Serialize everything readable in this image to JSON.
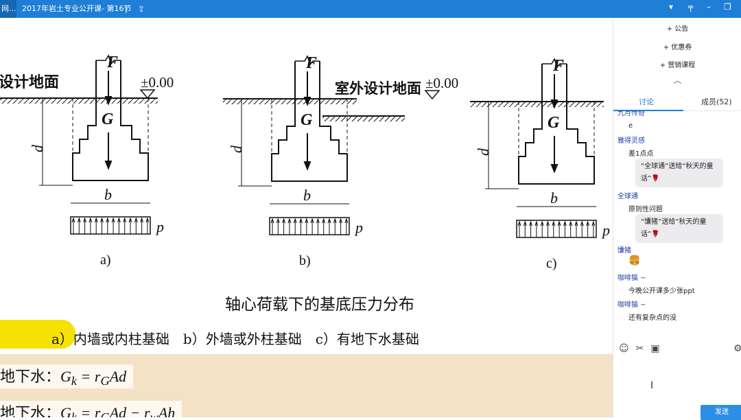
{
  "titlebar": {
    "left_tab": "网...",
    "title": "2017年岩土专业公开课- 第16节",
    "share_icon": "share-icon",
    "controls": [
      "dropdown-icon",
      "pin-icon",
      "minimize-icon",
      "restore-icon"
    ]
  },
  "slide": {
    "diagrams": [
      {
        "label": "a)",
        "left_text": "设计地面",
        "level": "±0.00",
        "F": "F",
        "G": "G",
        "d": "d",
        "b": "b",
        "p": "p"
      },
      {
        "label": "b)",
        "level": "±0.00",
        "right_text": "室外设计地面",
        "F": "F",
        "G": "G",
        "d": "d",
        "b": "b",
        "p": "p"
      },
      {
        "label": "c)",
        "F": "F",
        "G": "G",
        "d": "d",
        "b": "b",
        "p": "p"
      }
    ],
    "caption": "轴心荷载下的基底压力分布",
    "legend": "a）内墙或内柱基础　b）外墙或外柱基础　c）有地下水基础",
    "eq1_prefix": "地下水：",
    "eq1": "G",
    "eq1_sub": "k",
    "eq1_rest": " = r",
    "eq1_sub2": "G",
    "eq1_tail": "Ad",
    "eq2_prefix": "地下水：",
    "eq2": "G",
    "eq2_sub": "k",
    "eq2_rest": " = r",
    "eq2_sub2": "G",
    "eq2_tail": "Ad − r",
    "eq2_sub3": "w",
    "eq2_tail2": "Ah"
  },
  "panel": {
    "menu": [
      "+  公告",
      "+  优惠券",
      "+  营销课程"
    ],
    "tabs": [
      "讨论",
      "成员(52)"
    ],
    "messages": [
      {
        "name": "九月传奇",
        "text": "e"
      },
      {
        "name": "雅得灵感",
        "text": "差1点点"
      },
      {
        "gift": "“全球通”送给“秋天的童话”🌹"
      },
      {
        "name": "全球通",
        "text": "原则性问题"
      },
      {
        "gift": "“馕猪”送给“秋天的童话”🌹"
      },
      {
        "name": "馕猪",
        "text": "🍔"
      },
      {
        "name": "咖啡猫 ~",
        "text": "今晚公开课多少张ppt"
      },
      {
        "name": "咖啡猫 ~",
        "text": "还有复杂点的没"
      }
    ],
    "toolbar": [
      "emoji-icon",
      "scissors-icon",
      "image-icon",
      "settings-icon"
    ],
    "send": "发送"
  }
}
